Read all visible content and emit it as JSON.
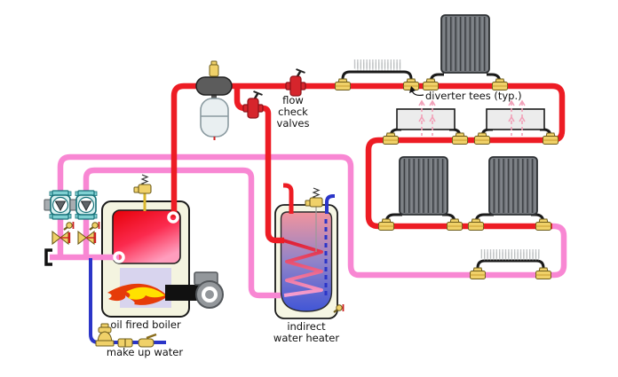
{
  "labels": {
    "flow_check": {
      "line1": "flow",
      "line2": "check",
      "line3": "valves"
    },
    "diverter_tees": "diverter tees (typ.)",
    "boiler": "oil fired boiler",
    "make_up_water": "make up water",
    "indirect_heater": {
      "line1": "indirect",
      "line2": "water heater"
    }
  },
  "colors": {
    "supply_pipe": "#ed1c24",
    "return_pipe": "#f887d3",
    "makeup_pipe": "#2b35c8",
    "fitting_brass": "#f0d169",
    "valve_red": "#d6252c",
    "radiator_gray": "#74787d",
    "boiler_shell": "#f4f4e0",
    "flame_core": "#ffe200",
    "tank_hot_top": "#f2949d",
    "tank_cold_bottom": "#4156d6",
    "pump_teal": "#1c7f86"
  }
}
